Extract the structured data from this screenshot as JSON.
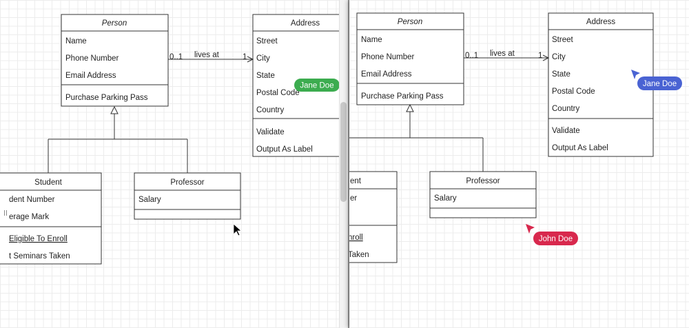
{
  "person": {
    "name": "Person",
    "attributes": [
      "Name",
      "Phone Number",
      "Email Address"
    ],
    "operations": [
      "Purchase Parking Pass"
    ]
  },
  "address": {
    "name": "Address",
    "attributes": [
      "Street",
      "City",
      "State",
      "Postal Code",
      "Country"
    ],
    "operations": [
      "Validate",
      "Output As Label"
    ]
  },
  "association": {
    "label": "lives at",
    "source_mult": "0..1",
    "target_mult": "1"
  },
  "student_left": {
    "name": "Student",
    "attributes": [
      "dent Number",
      "erage Mark"
    ],
    "operations": [
      "Eligible To Enroll",
      "t Seminars Taken"
    ]
  },
  "student_right": {
    "name": "ent",
    "attributes": [
      "er"
    ],
    "operations": [
      "nroll",
      "Taken"
    ]
  },
  "professor": {
    "name": "Professor",
    "attributes": [
      "Salary"
    ]
  },
  "cursors": {
    "jane": {
      "label": "Jane Doe",
      "color_left": "#3cac4f",
      "color_right": "#4a63d3"
    },
    "john": {
      "label": "John Doe",
      "color": "#d8284d"
    }
  }
}
